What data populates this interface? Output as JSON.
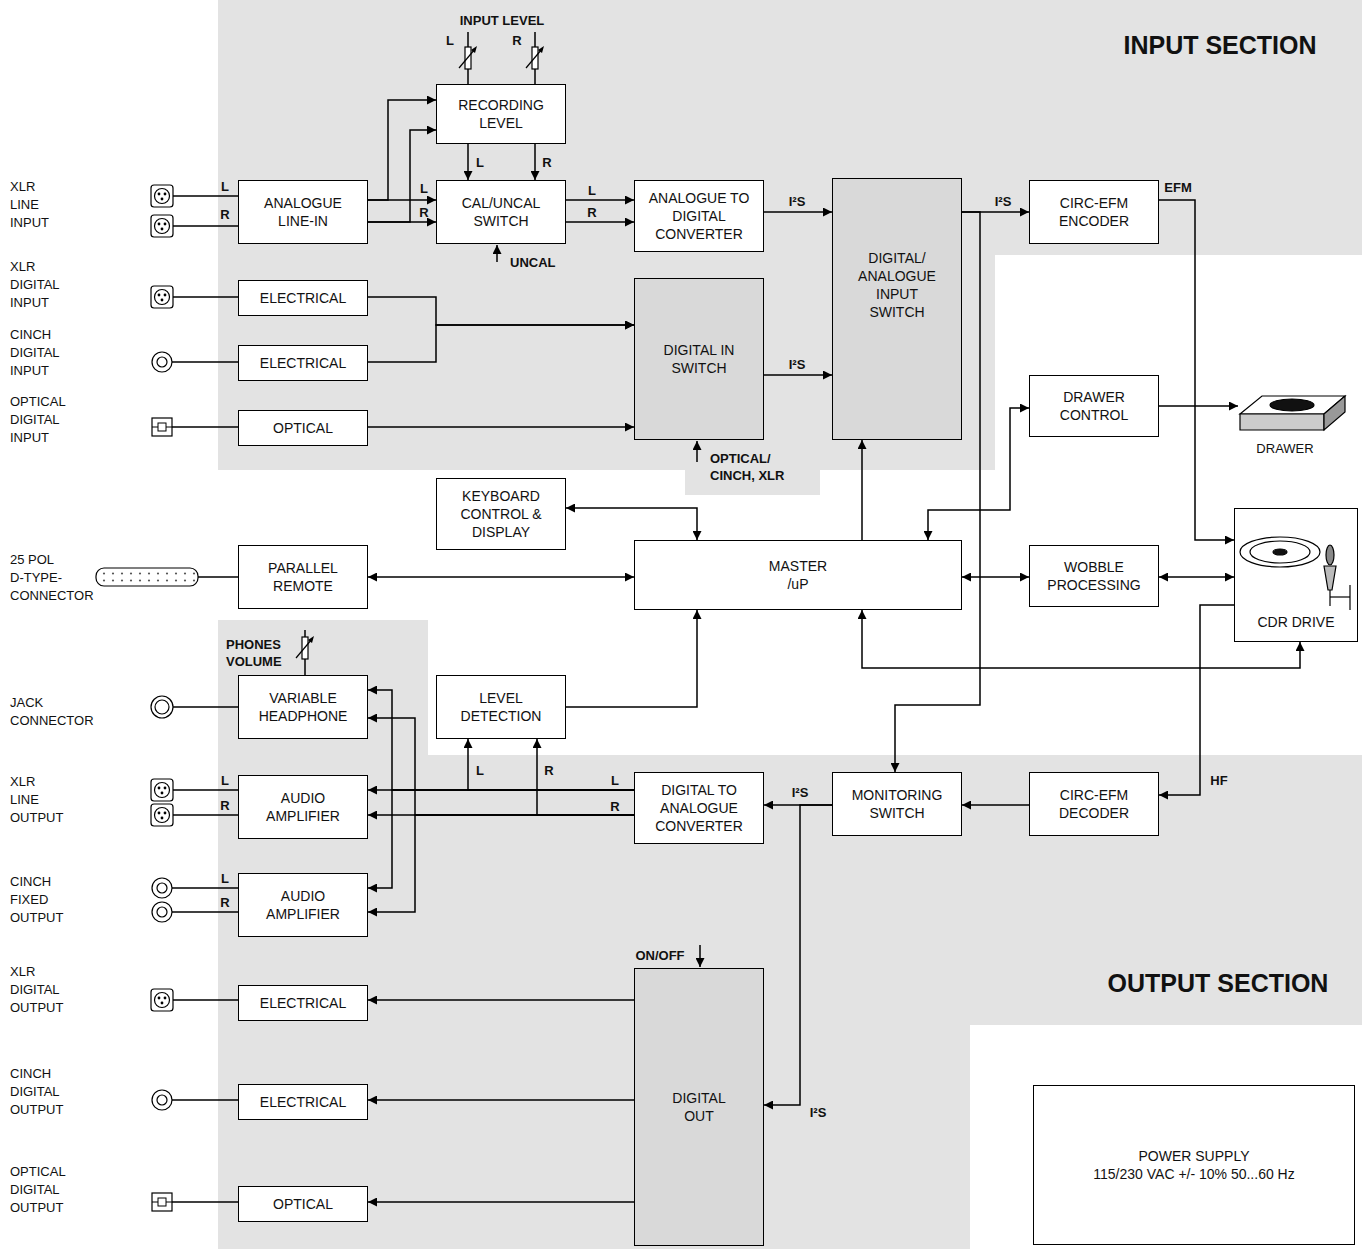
{
  "diagram": {
    "nodes": [
      {
        "text": [
          "ANALOGUE LINE-IN"
        ]
      },
      {
        "text": [
          "RECORDING LEVEL"
        ]
      },
      {
        "text": [
          "CAL/UNCAL SWITCH"
        ]
      },
      {
        "text": [
          "ANALOGUE TO DIGITAL CONVERTER"
        ]
      },
      {
        "text": [
          "ELECTRICAL"
        ]
      },
      {
        "text": [
          "ELECTRICAL"
        ]
      },
      {
        "text": [
          "OPTICAL"
        ]
      },
      {
        "text": [
          "DIGITAL IN SWITCH"
        ]
      },
      {
        "text": [
          "DIGITAL/ ANALOGUE INPUT SWITCH"
        ]
      },
      {
        "text": [
          "CIRC-EFM ENCODER"
        ]
      },
      {
        "text": [
          "DRAWER CONTROL"
        ]
      },
      {
        "text": [
          "KEYBOARD CONTROL & DISPLAY"
        ]
      },
      {
        "text": [
          "PARALLEL REMOTE"
        ]
      },
      {
        "text": [
          "MASTER /uP"
        ]
      },
      {
        "text": [
          "WOBBLE PROCESSING"
        ]
      },
      {
        "text": [
          "CDR DRIVE"
        ]
      },
      {
        "text": [
          "VARIABLE HEADPHONE"
        ]
      },
      {
        "text": [
          "LEVEL DETECTION"
        ]
      },
      {
        "text": [
          "AUDIO AMPLIFIER"
        ]
      },
      {
        "text": [
          "DIGITAL TO ANALOGUE CONVERTER"
        ]
      },
      {
        "text": [
          "MONITORING SWITCH"
        ]
      },
      {
        "text": [
          "CIRC-EFM DECODER"
        ]
      },
      {
        "text": [
          "AUDIO AMPLIFIER"
        ]
      },
      {
        "text": [
          "ELECTRICAL"
        ]
      },
      {
        "text": [
          "DIGITAL OUT"
        ]
      },
      {
        "text": [
          "ELECTRICAL"
        ]
      },
      {
        "text": [
          "OPTICAL"
        ]
      },
      {
        "text": [
          "POWER SUPPLY",
          "115/230 VAC +/- 10% 50...60 Hz"
        ]
      }
    ],
    "edges": [
      {
        "from": 0,
        "to": 2,
        "arrow": "to",
        "label": "L"
      },
      {
        "from": 0,
        "to": 2,
        "arrow": "to",
        "label": "R"
      },
      {
        "from": 0,
        "to": 1,
        "arrow": "to"
      },
      {
        "from": 0,
        "to": 1,
        "arrow": "to"
      },
      {
        "from": 1,
        "to": 2,
        "arrow": "to",
        "label": "L"
      },
      {
        "from": 1,
        "to": 2,
        "arrow": "to",
        "label": "R"
      },
      {
        "from": 2,
        "to": 3,
        "arrow": "to",
        "label": "L"
      },
      {
        "from": 2,
        "to": 3,
        "arrow": "to",
        "label": "R"
      },
      {
        "from": 3,
        "to": 8,
        "arrow": "to",
        "label": "I²S"
      },
      {
        "from": 4,
        "to": 7,
        "arrow": "to"
      },
      {
        "from": 5,
        "to": 7,
        "arrow": "to"
      },
      {
        "from": 6,
        "to": 7,
        "arrow": "to"
      },
      {
        "from": 7,
        "to": 8,
        "arrow": "to",
        "label": "I²S"
      },
      {
        "from": 8,
        "to": 9,
        "arrow": "to",
        "label": "I²S"
      },
      {
        "from": 8,
        "to": 20,
        "arrow": "to"
      },
      {
        "from": 9,
        "to": 15,
        "arrow": "to",
        "label": "EFM"
      },
      {
        "from": 13,
        "to": 8,
        "arrow": "to"
      },
      {
        "from": 13,
        "to": 10,
        "arrow": "both"
      },
      {
        "from": 11,
        "to": 13,
        "arrow": "both"
      },
      {
        "from": 12,
        "to": 13,
        "arrow": "both"
      },
      {
        "from": 13,
        "to": 14,
        "arrow": "both"
      },
      {
        "from": 14,
        "to": 15,
        "arrow": "both"
      },
      {
        "from": 13,
        "to": 15,
        "arrow": "both"
      },
      {
        "from": 15,
        "to": 21,
        "arrow": "to",
        "label": "HF"
      },
      {
        "from": 21,
        "to": 20,
        "arrow": "to"
      },
      {
        "from": 20,
        "to": 19,
        "arrow": "to",
        "label": "I²S"
      },
      {
        "from": 19,
        "to": 18,
        "arrow": "to",
        "label": "L"
      },
      {
        "from": 19,
        "to": 18,
        "arrow": "to",
        "label": "R"
      },
      {
        "from": 19,
        "to": 16,
        "arrow": "to"
      },
      {
        "from": 19,
        "to": 16,
        "arrow": "to"
      },
      {
        "from": 19,
        "to": 22,
        "arrow": "to"
      },
      {
        "from": 19,
        "to": 22,
        "arrow": "to"
      },
      {
        "from": 19,
        "to": 17,
        "arrow": "to",
        "label": "L"
      },
      {
        "from": 19,
        "to": 17,
        "arrow": "to",
        "label": "R"
      },
      {
        "from": 17,
        "to": 13,
        "arrow": "to"
      },
      {
        "from": 20,
        "to": 24,
        "arrow": "to",
        "label": "I²S"
      },
      {
        "from": 24,
        "to": 23,
        "arrow": "to"
      },
      {
        "from": 24,
        "to": 25,
        "arrow": "to"
      },
      {
        "from": 24,
        "to": 26,
        "arrow": "to"
      }
    ],
    "labels": [
      "INPUT SECTION",
      "OUTPUT SECTION",
      "INPUT LEVEL",
      "L",
      "R",
      "UNCAL",
      "OPTICAL/ CINCH, XLR",
      "ON/OFF",
      "PHONES VOLUME",
      "DRAWER",
      "XLR LINE INPUT",
      "L",
      "R",
      "XLR DIGITAL INPUT",
      "CINCH DIGITAL INPUT",
      "OPTICAL DIGITAL INPUT",
      "25 POL D-TYPE- CONNECTOR",
      "JACK CONNECTOR",
      "XLR LINE OUTPUT",
      "L",
      "R",
      "CINCH FIXED OUTPUT",
      "L",
      "R",
      "XLR DIGITAL OUTPUT",
      "CINCH DIGITAL OUTPUT",
      "OPTICAL DIGITAL OUTPUT"
    ]
  }
}
